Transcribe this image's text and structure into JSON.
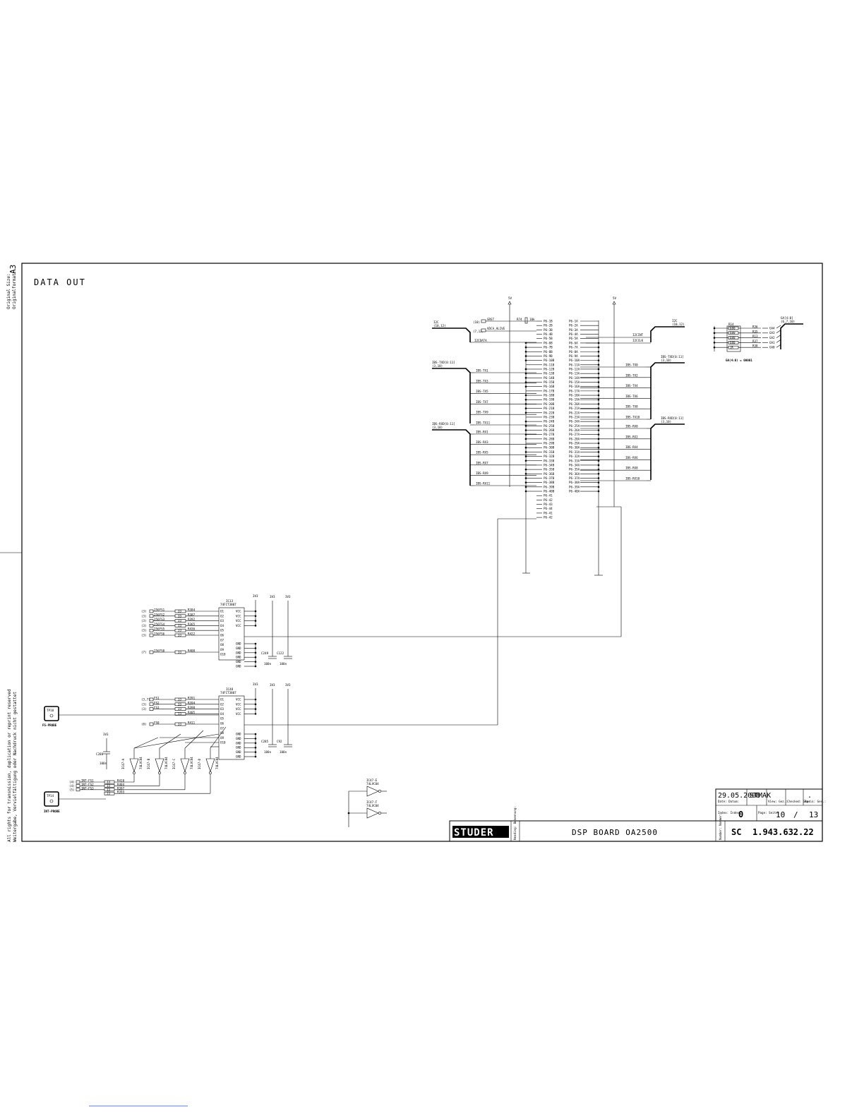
{
  "sheet": {
    "side_format_label": "Original Size:",
    "side_format_label_de": "Originalformat:",
    "side_format": "A3",
    "copyright_en": "All rights for transmission, duplication or reprint reserved",
    "copyright_de": "Weitergabe, Vervielfältigung oder Nachdruck nicht gestattet",
    "title": "DATA OUT",
    "board": "DSP BOARD OA2500",
    "brand": "STUDER",
    "date": "29.05.2008",
    "drawn": "STMAK",
    "checked": ".",
    "index": "0",
    "page": "10",
    "page_sep": "/",
    "pages": "13",
    "number_prefix": "SC",
    "doc_number": "1.943.632.22",
    "tb_labels": {
      "date": "Date: Datum:",
      "view": "View: Gez.:",
      "checked": "Checked: Gepr.:",
      "basis": "Basis: Ges.:",
      "index": "Index: Index:",
      "page": "Page: Seite:",
      "number": "Number: Nummer:",
      "title": "Heading: Benennung:"
    }
  },
  "connector": {
    "left_pins": [
      "P6-1B",
      "P6-2B",
      "P6-3B",
      "P6-4B",
      "P6-5B",
      "P6-6B",
      "P6-7B",
      "P6-8B",
      "P6-9B",
      "P6-10B",
      "P6-11B",
      "P6-12B",
      "P6-13B",
      "P6-14B",
      "P6-15B",
      "P6-16B",
      "P6-17B",
      "P6-18B",
      "P6-19B",
      "P6-20B",
      "P6-21B",
      "P6-22B",
      "P6-23B",
      "P6-24B",
      "P6-25B",
      "P6-26B",
      "P6-27B",
      "P6-28B",
      "P6-29B",
      "P6-30B",
      "P6-31B",
      "P6-32B",
      "P6-33B",
      "P6-34B",
      "P6-35B",
      "P6-36B",
      "P6-37B",
      "P6-38B",
      "P6-39B",
      "P6-40B",
      "P6-41",
      "P6-42",
      "P6-43",
      "P6-44",
      "P6-41",
      "P6-42"
    ],
    "right_pins": [
      "P6-1A",
      "P6-2A",
      "P6-3A",
      "P6-4A",
      "P6-5A",
      "P6-6A",
      "P6-7A",
      "P6-8A",
      "P6-9A",
      "P6-10A",
      "P6-11A",
      "P6-12A",
      "P6-13A",
      "P6-14A",
      "P6-15A",
      "P6-16A",
      "P6-17A",
      "P6-18A",
      "P6-19A",
      "P6-20A",
      "P6-21A",
      "P6-22A",
      "P6-23A",
      "P6-24A",
      "P6-25A",
      "P6-26A",
      "P6-27A",
      "P6-28A",
      "P6-29A",
      "P6-30A",
      "P6-31A",
      "P6-32A",
      "P6-33A",
      "P6-34A",
      "P6-35A",
      "P6-36A",
      "P6-37A",
      "P6-38A",
      "P6-39A",
      "P6-40A"
    ],
    "supply_label": "5V",
    "pullup": "R74",
    "pullup_value": "10k"
  },
  "left_nets": {
    "i2c_bus": "I2C",
    "i2c_ref": "(10,12)",
    "rst": "SRST",
    "rst_ref": "(10)",
    "alive": "VDCA_ALIVE",
    "alive_ref": "(7,12)",
    "sdata": "I2CDATA",
    "tx_bus": "IBS-TXD[0:11]",
    "tx_ref": "(3,10)",
    "tx": [
      "IBS-TX1",
      "IBS-TX3",
      "IBS-TX5",
      "IBS-TX7",
      "IBS-TX9",
      "IBS-TX11"
    ],
    "rx_bus": "IBS-RXD[0:11]",
    "rx_ref": "(3,10)",
    "rx": [
      "IBS-RX1",
      "IBS-RX3",
      "IBS-RX5",
      "IBS-RX7",
      "IBS-RX9",
      "IBS-RX11"
    ]
  },
  "right_nets": {
    "i2c_bus": "I2C",
    "i2c_ref": "(10,12)",
    "int": "I2CINT",
    "sclk": "I2CCLK",
    "tx_bus": "IBS-TXD[0:11]",
    "tx_ref": "(3,10)",
    "tx": [
      "IBS-TX0",
      "IBS-TX2",
      "IBS-TX4",
      "IBS-TX6",
      "IBS-TX8",
      "IBS-TX10"
    ],
    "rx_bus": "IBS-RXD[0:11]",
    "rx_ref": "(3,10)",
    "rx": [
      "IBS-RX0",
      "IBS-RX2",
      "IBS-RX4",
      "IBS-RX6",
      "IBS-RX8",
      "IBS-RX10"
    ]
  },
  "address": {
    "ref": "R14",
    "resistors": [
      "R36",
      "R35",
      "R13",
      "R37",
      "R38"
    ],
    "values": [
      "680",
      "680",
      "680",
      "680",
      "1K"
    ],
    "nets": [
      "GA4",
      "GA3",
      "GA2",
      "GA1",
      "GA0"
    ],
    "bus": "GA[4:0]",
    "bus_ref": "(6,7,10)",
    "value_text": "GA(4:0) = 00001"
  },
  "ic13": {
    "name": "IC13",
    "type": "74FCT3807",
    "inputs": [
      "256FS1",
      "256FS2",
      "256FS3",
      "256FS4",
      "256FS5",
      "256FS6"
    ],
    "refs": [
      "(3)",
      "(3)",
      "(3)",
      "(3)",
      "(3)",
      "(3)"
    ],
    "resistors": [
      "R384",
      "R387",
      "R392",
      "R365",
      "R436",
      "R422"
    ],
    "values": [
      "33",
      "33",
      "33",
      "33",
      "33",
      "33"
    ],
    "extra_input": "256FS0",
    "extra_ref": "(7)",
    "extra_res": "R408",
    "extra_val": "33",
    "caps": [
      "C249",
      "C122"
    ],
    "cap_values": [
      "100n",
      "100n"
    ]
  },
  "ic48": {
    "name": "IC48",
    "type": "74FCT3807",
    "inputs": [
      "FS1",
      "FS2",
      "FS3"
    ],
    "refs": [
      "(3,7)",
      "(3)",
      "(3)"
    ],
    "resistors": [
      "R391",
      "R394",
      "R398",
      "R405"
    ],
    "values": [
      "33",
      "33",
      "33",
      "33"
    ],
    "extra_input": "FS0",
    "extra_ref": "(8)",
    "extra_res": "R411",
    "extra_val": "33",
    "caps": [
      "C285",
      "C92"
    ],
    "cap_values": [
      "100n",
      "100n"
    ]
  },
  "ic_pins": {
    "vcc": "VCC",
    "gnd": "GND",
    "outs": [
      "O1",
      "O2",
      "O3",
      "O4",
      "O5",
      "O6",
      "O7",
      "O8",
      "O9",
      "O10"
    ],
    "supply": "3V3"
  },
  "probes": {
    "fs_tp": "TP10",
    "fs_name": "FS-PROBE",
    "int_tp": "TP14",
    "int_name": "INT-PROBE"
  },
  "inverters": {
    "parts": [
      "IC47-A",
      "IC47-B",
      "IC47-C",
      "IC47-D"
    ],
    "type": "74LVC04",
    "cap": "C288",
    "cap_value": "100n",
    "supply": "3V3",
    "int_nets": [
      "INT-FS1",
      "INT-FS2",
      "INT-FS3"
    ],
    "int_refs": [
      "(4)",
      "(4)",
      "(5)"
    ],
    "resistors": [
      "R410",
      "R404",
      "R397",
      "R393"
    ],
    "values": [
      "33",
      "33",
      "33",
      "33"
    ],
    "spare": [
      "IC47-E",
      "IC47-F"
    ]
  }
}
